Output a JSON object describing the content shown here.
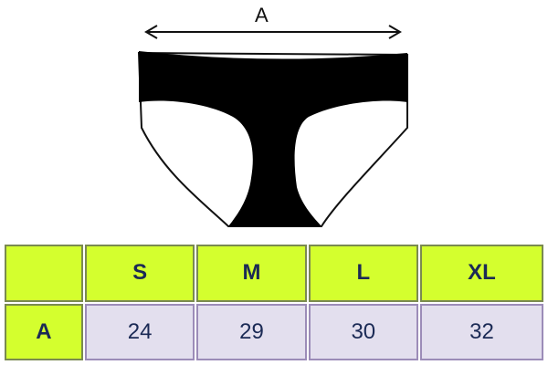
{
  "diagram": {
    "dimension_label": "A"
  },
  "table": {
    "header": [
      "",
      "S",
      "M",
      "L",
      "XL"
    ],
    "rows": [
      {
        "label": "A",
        "values": [
          "24",
          "29",
          "30",
          "32"
        ]
      }
    ]
  }
}
